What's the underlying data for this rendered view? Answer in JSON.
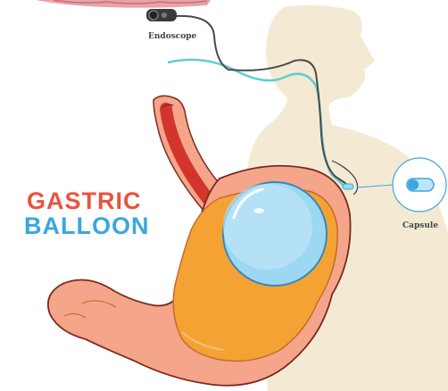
{
  "title": {
    "line1": "GASTRIC",
    "line2": "BALLOON"
  },
  "labels": {
    "endoscope": "Endoscope",
    "capsule": "Capsule"
  },
  "colors": {
    "title_red": "#e8543f",
    "title_blue": "#3aa7dd",
    "stomach_outer": "#f4a58a",
    "stomach_inner": "#f5a235",
    "balloon": "#9dd8f3",
    "esophagus": "#d3342c",
    "silhouette": "#f4ead3",
    "tube": "#4a4a4a",
    "wire": "#5ccfd6"
  }
}
